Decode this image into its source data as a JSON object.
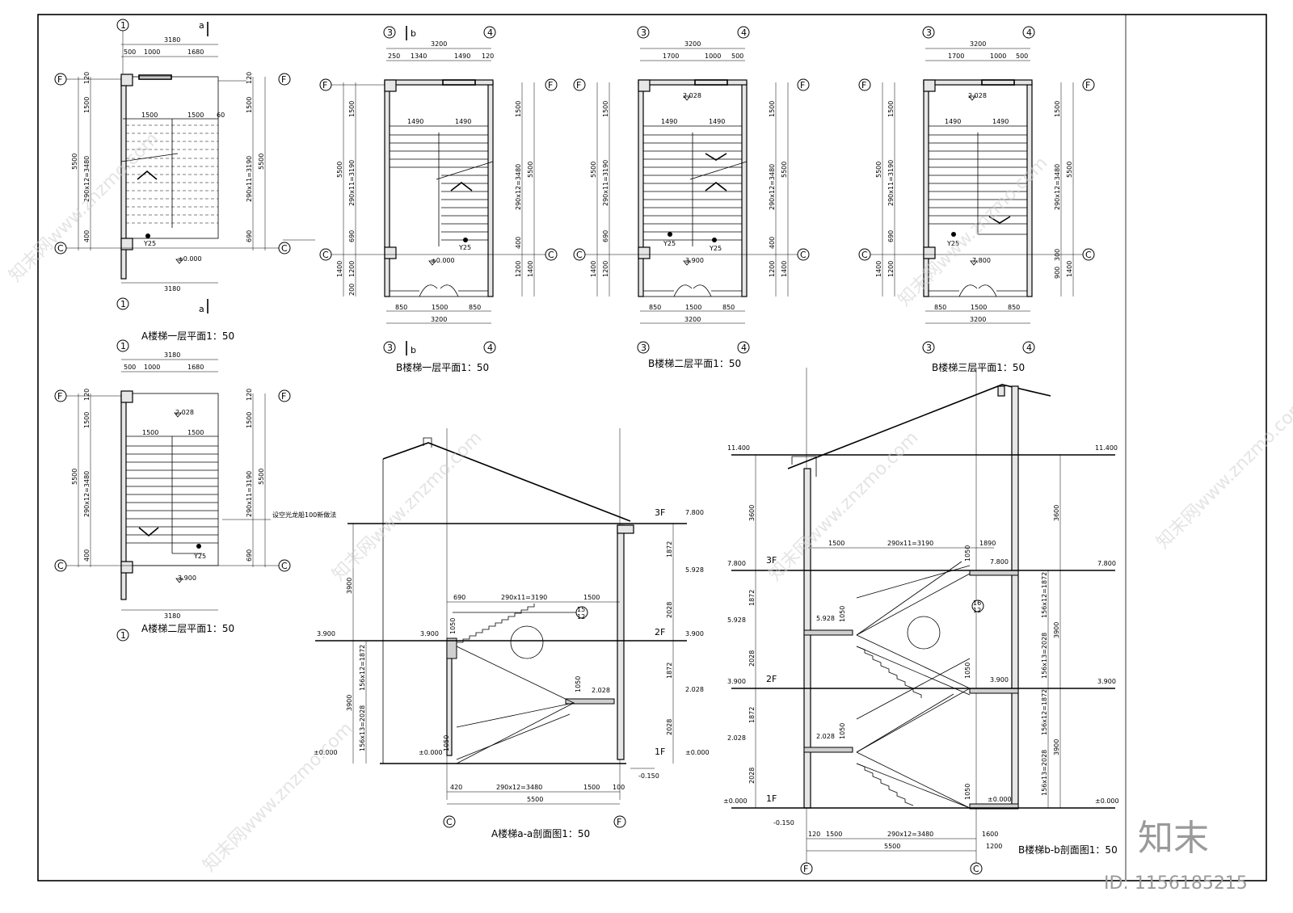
{
  "watermark": "知末网www.znzmo.com",
  "brand": {
    "logo": "知末",
    "id_text": "ID: 1156185215"
  },
  "titles": {
    "a1": "A楼梯一层平面1：50",
    "a2": "A楼梯二层平面1：50",
    "b1": "B楼梯一层平面1：50",
    "b2": "B楼梯二层平面1：50",
    "b3": "B楼梯三层平面1：50",
    "sa": "A楼梯a-a剖面图1：50",
    "sb": "B楼梯b-b剖面图1：50"
  },
  "axes": {
    "c1": "1",
    "c3": "3",
    "c4": "4",
    "cF": "F",
    "cC": "C"
  },
  "cut_marks": {
    "a": "a",
    "b": "b"
  },
  "dims": {
    "d3180": "3180",
    "d3200": "3200",
    "d5500": "5500",
    "d500": "500",
    "d1000": "1000",
    "d1680": "1680",
    "d250": "250",
    "d1340": "1340",
    "d1490": "1490",
    "d120": "120",
    "d1700": "1700",
    "d1500": "1500",
    "d400": "400",
    "d690": "690",
    "d1400": "1400",
    "d1200": "1200",
    "d200": "200",
    "d850": "850",
    "d900": "900",
    "d300": "300",
    "d60": "60",
    "d420": "420",
    "d100": "100",
    "d1600": "1600",
    "d1890": "1890",
    "d3600": "3600",
    "d3900": "3900",
    "d1872": "1872",
    "d2028": "2028",
    "d1050": "1050",
    "r290x12": "290x12=3480",
    "r290x11": "290x11=3190",
    "r156x12": "156x12=1872",
    "r156x13": "156x13=2028"
  },
  "levels": {
    "l0": "±0.000",
    "l2028": "2.028",
    "l3900": "3.900",
    "l5928": "5.928",
    "l7800": "7.800",
    "l11400": "11.400",
    "lm150": "-0.150"
  },
  "floors": {
    "f1": "1F",
    "f2": "2F",
    "f3": "3F"
  },
  "notes": {
    "drain": "Y25",
    "rail": "设空光龙船100新做法",
    "det1": "15",
    "det2": "12",
    "det3": "16"
  }
}
